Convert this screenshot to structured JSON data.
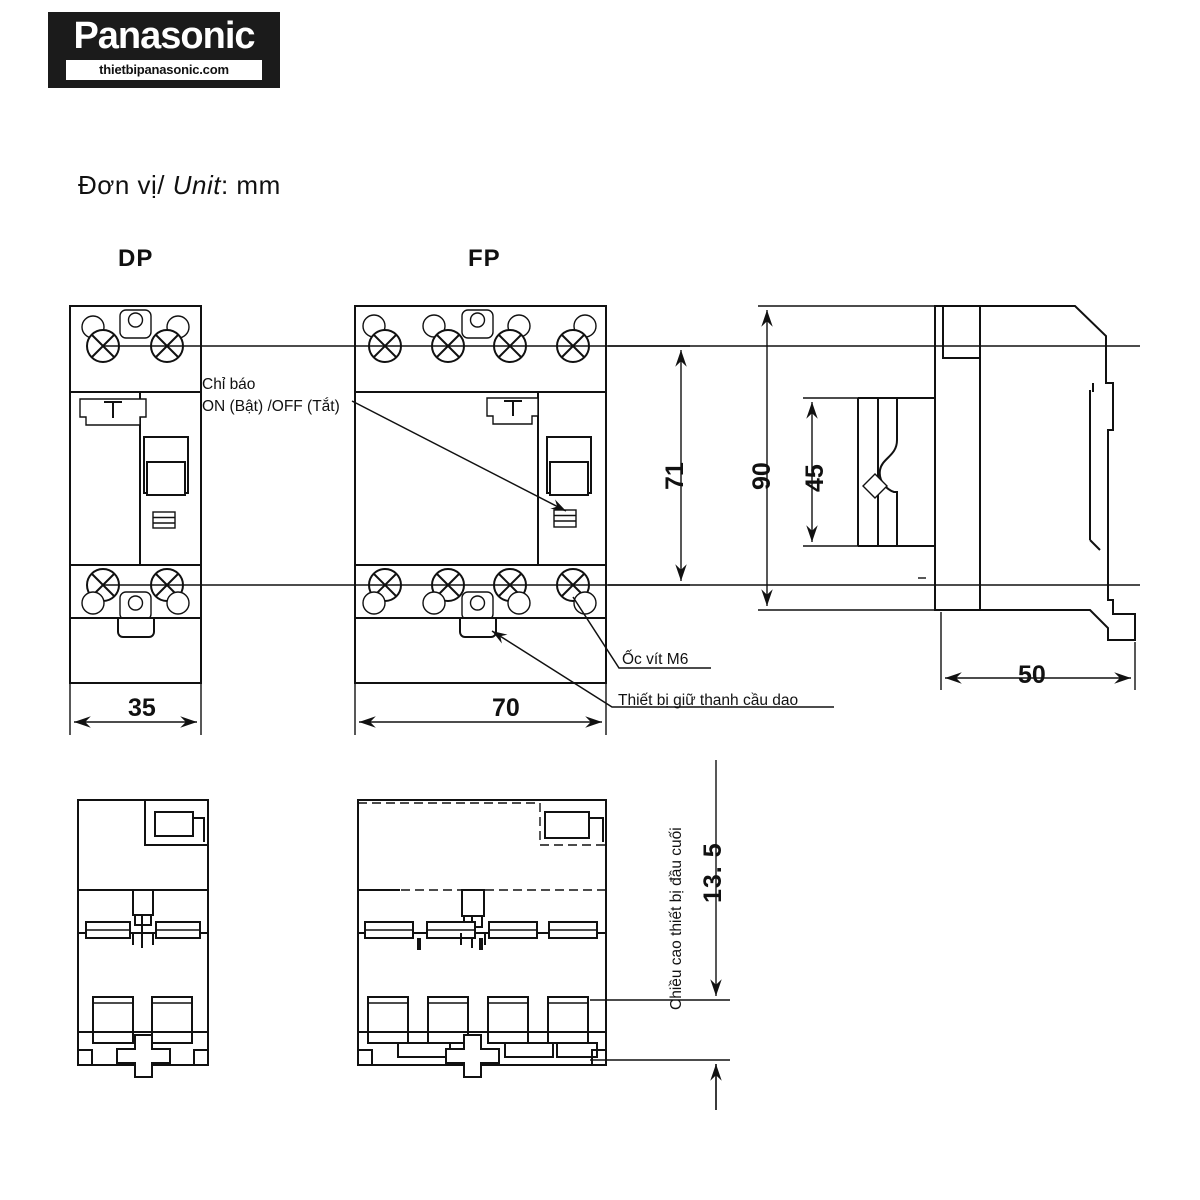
{
  "brand": {
    "name": "Panasonic",
    "site": "thietbipanasonic.com"
  },
  "header": {
    "unit_label_vi": "Đơn vị/ ",
    "unit_label_en": "Unit",
    "unit_label_value": ": mm"
  },
  "views": {
    "dp_title": "DP",
    "fp_title": "FP"
  },
  "annotations": {
    "indicator_line1": "Chỉ báo",
    "indicator_line2": "ON (Bật) /OFF (Tắt)",
    "screw": "Ốc vít M6",
    "bar_holder": "Thiết bị giữ thanh cầu dao",
    "terminal_height": "Chiều cao thiết bị đầu cuối"
  },
  "dimensions": {
    "dp_width": "35",
    "fp_width": "70",
    "depth": "50",
    "terminal_pitch": "71",
    "total_height": "90",
    "inner_height": "45",
    "terminal_height_value": "13. 5"
  },
  "markings": {
    "test_button": "T"
  },
  "colors": {
    "line": "#111111",
    "background": "#ffffff",
    "logo_bg": "#1b1b1b"
  }
}
